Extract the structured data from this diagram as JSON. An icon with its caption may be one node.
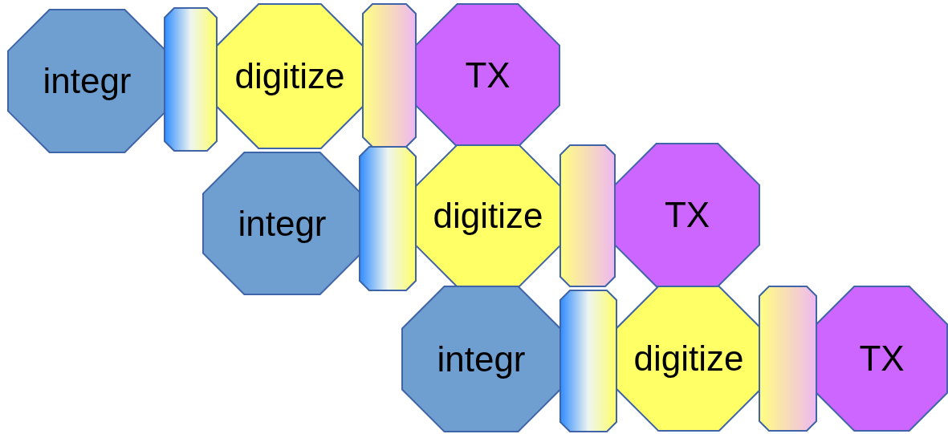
{
  "diagram": {
    "nodes": [
      {
        "text": [
          "integr"
        ]
      },
      {
        "text": [],
        "shape": "bar"
      },
      {
        "text": [
          "digitize"
        ]
      },
      {
        "text": [],
        "shape": "bar"
      },
      {
        "text": [
          "TX"
        ]
      },
      {
        "text": [
          "integr"
        ]
      },
      {
        "text": [],
        "shape": "bar"
      },
      {
        "text": [
          "digitize"
        ]
      },
      {
        "text": [],
        "shape": "bar"
      },
      {
        "text": [
          "TX"
        ]
      },
      {
        "text": [
          "integr"
        ]
      },
      {
        "text": [],
        "shape": "bar"
      },
      {
        "text": [
          "digitize"
        ]
      },
      {
        "text": [],
        "shape": "bar"
      },
      {
        "text": [
          "TX"
        ]
      }
    ]
  }
}
